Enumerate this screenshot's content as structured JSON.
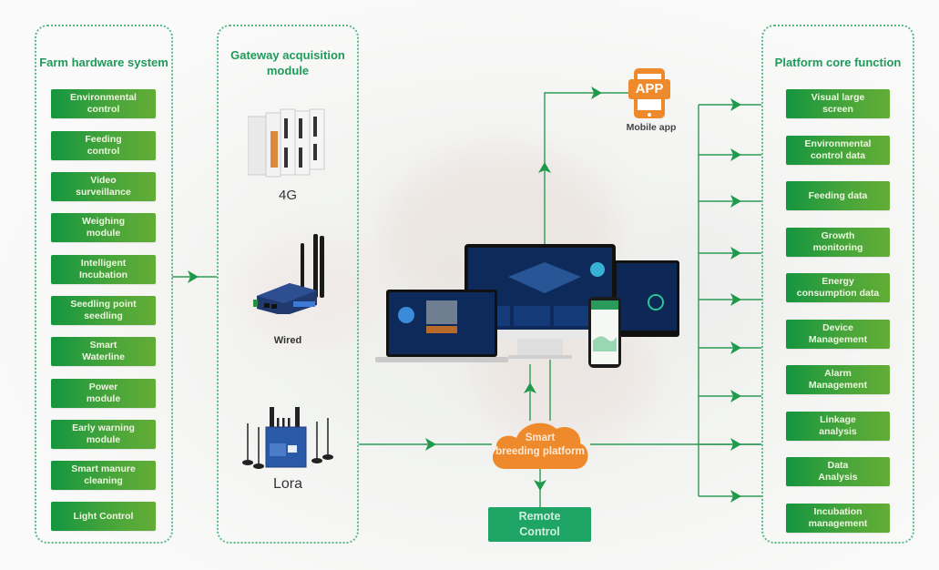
{
  "colors": {
    "accent_green": "#1f9a5a",
    "line_green": "#1f9a4b",
    "cloud_orange": "#ef8a2c",
    "remote_green": "#1ea566"
  },
  "left_panel": {
    "title": "Farm hardware system",
    "items": [
      "Environmental\ncontrol",
      "Feeding\ncontrol",
      "Video\nsurveillance",
      "Weighing\nmodule",
      "Intelligent\nIncubation",
      "Seedling point\nseedling",
      "Smart\nWaterline",
      "Power\nmodule",
      "Early warning\nmodule",
      "Smart manure\ncleaning",
      "Light Control"
    ]
  },
  "gateway_panel": {
    "title": "Gateway acquisition\nmodule",
    "devices": [
      {
        "label": "4G",
        "icon": "plc-gateway-icon"
      },
      {
        "label": "Wired",
        "icon": "router-icon"
      },
      {
        "label": "Lora",
        "icon": "lora-gateway-icon"
      }
    ]
  },
  "center": {
    "mobile_app": {
      "icon_text": "APP",
      "label": "Mobile app"
    },
    "cloud": {
      "label": "Smart\nbreeding platform"
    },
    "remote_control": {
      "label": "Remote\nControl"
    },
    "screens_icon": "multi-device-dashboard-icon"
  },
  "right_panel": {
    "title": "Platform core function",
    "items": [
      "Visual large\nscreen",
      "Environmental\ncontrol data",
      "Feeding data",
      "Growth\nmonitoring",
      "Energy\nconsumption data",
      "Device\nManagement",
      "Alarm\nManagement",
      "Linkage\nanalysis",
      "Data\nAnalysis",
      "Incubation\nmanagement"
    ]
  }
}
